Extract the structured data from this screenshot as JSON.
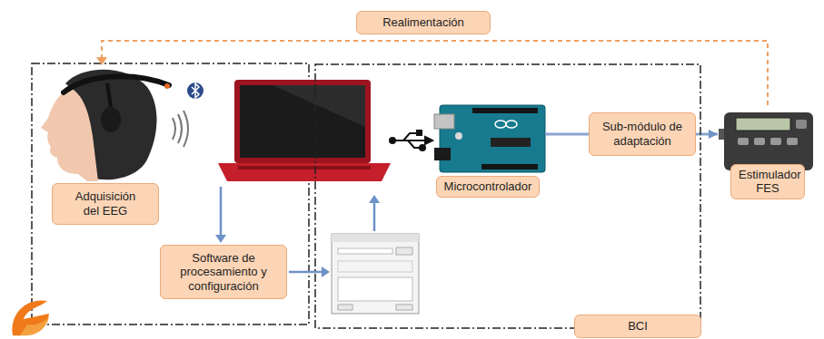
{
  "diagram": {
    "nodes": [
      {
        "text": [
          "Realimentación"
        ]
      },
      {
        "text": [
          "Adquisición del EEG"
        ]
      },
      {
        "text": [
          "Software de procesamiento y configuración"
        ]
      },
      {
        "text": [
          "BCI"
        ]
      },
      {
        "text": [
          "Microcontrolador"
        ],
        "in": 3
      },
      {
        "text": [
          "Sub-módulo de adaptación"
        ],
        "in": 3
      },
      {
        "text": [
          "Estimulador FES"
        ]
      }
    ],
    "edges": [
      {
        "from": 4,
        "to": 5,
        "arrow": "none"
      },
      {
        "from": 5,
        "to": 6,
        "arrow": "to"
      }
    ]
  }
}
